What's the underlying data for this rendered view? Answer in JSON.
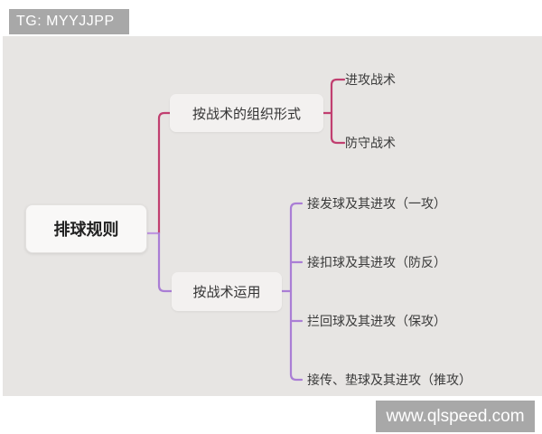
{
  "badge": {
    "label": "TG: MYYJJPP"
  },
  "watermark": {
    "label": "www.qlspeed.com"
  },
  "colors": {
    "canvas_bg": "#e7e5e3",
    "overlay_bg": "#a8a8a8",
    "pink_line": "#c13f70",
    "purple_line": "#aa7ed5",
    "purple_light_line": "#bf97e0",
    "root_node_bg": "#f9f8f7",
    "branch_node_bg": "#f3f1f0",
    "text": "#333333"
  },
  "mindmap": {
    "root": {
      "label": "排球规则"
    },
    "branches": [
      {
        "label": "按战术的组织形式",
        "children": [
          {
            "label": "进攻战术"
          },
          {
            "label": "防守战术"
          }
        ]
      },
      {
        "label": "按战术运用",
        "children": [
          {
            "label": "接发球及其进攻（一攻）"
          },
          {
            "label": "接扣球及其进攻（防反）"
          },
          {
            "label": "拦回球及其进攻（保攻）"
          },
          {
            "label": "接传、垫球及其进攻（推攻）"
          }
        ]
      }
    ]
  }
}
